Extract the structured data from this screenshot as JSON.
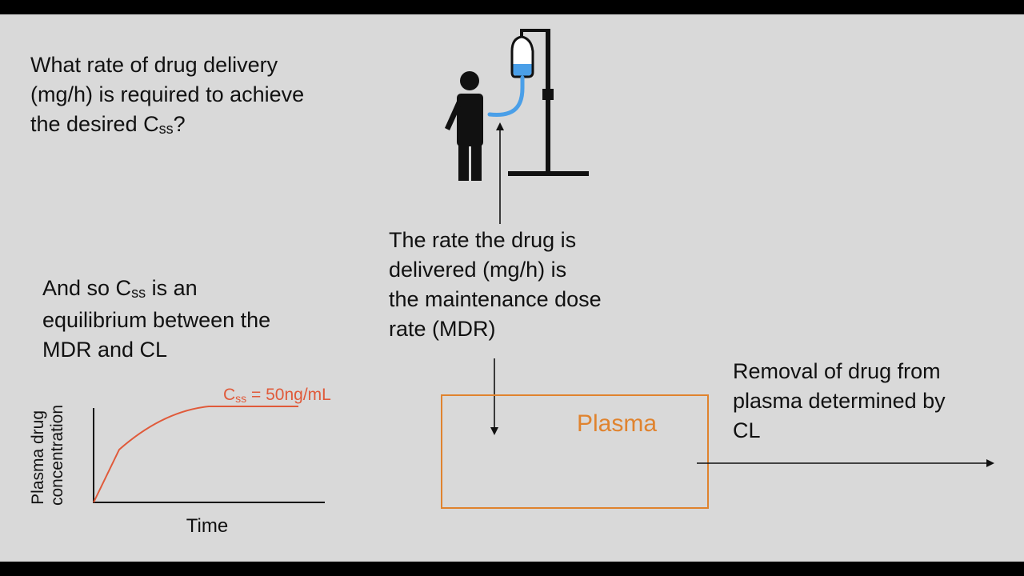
{
  "question": {
    "line1": "What rate of drug delivery",
    "line2": "(mg/h) is required to achieve",
    "line3a": "the desired C",
    "line3sub": "ss",
    "line3b": "?"
  },
  "equilibrium": {
    "line1a": "And so C",
    "line1sub": "ss",
    "line1b": " is an",
    "line2": "equilibrium between the",
    "line3": "MDR and CL"
  },
  "mdr_label": {
    "line1": "The rate the drug is",
    "line2": "delivered (mg/h) is",
    "line3": "the maintenance dose",
    "line4": "rate (MDR)"
  },
  "plasma_label": "Plasma",
  "removal_label": {
    "line1": "Removal of drug from",
    "line2": "plasma determined by",
    "line3": "CL"
  },
  "chart_data": {
    "type": "line",
    "xlabel": "Time",
    "ylabel": "Plasma drug concentration",
    "annotation": {
      "prefix": "C",
      "sub": "ss",
      "suffix": " = 50ng/mL"
    },
    "series": [
      {
        "points": [
          [
            0,
            0
          ],
          [
            0.1,
            0.55
          ],
          [
            0.27,
            0.95
          ],
          [
            0.45,
            1.0
          ],
          [
            0.8,
            1.0
          ]
        ]
      }
    ],
    "line_color": "#e05a3a"
  },
  "colors": {
    "background": "#d9d9d9",
    "plasma_box": "#e0832e",
    "iv_fluid": "#4a9fe8"
  },
  "icons": [
    "person-icon",
    "iv-drip-icon"
  ]
}
